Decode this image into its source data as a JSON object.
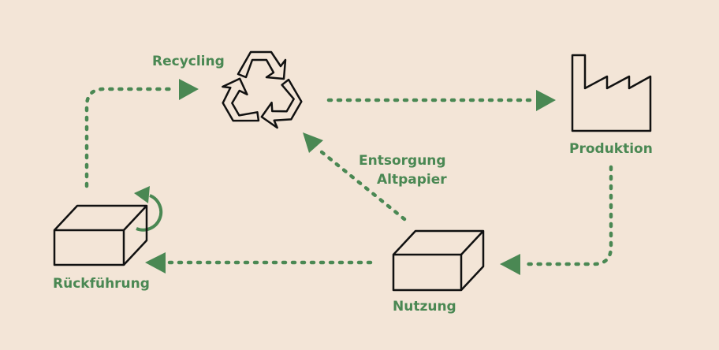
{
  "colors": {
    "background": "#f3e5d7",
    "accent": "#4a8853",
    "outline": "#111111"
  },
  "labels": {
    "recycling": "Recycling",
    "produktion": "Produktion",
    "entsorgung_line1": "Entsorgung",
    "entsorgung_line2": "Altpapier",
    "rueckfuehrung": "Rückführung",
    "nutzung": "Nutzung"
  },
  "icons": [
    "recycling-icon",
    "factory-icon",
    "box-icon",
    "box-icon",
    "circular-arrow-icon"
  ]
}
